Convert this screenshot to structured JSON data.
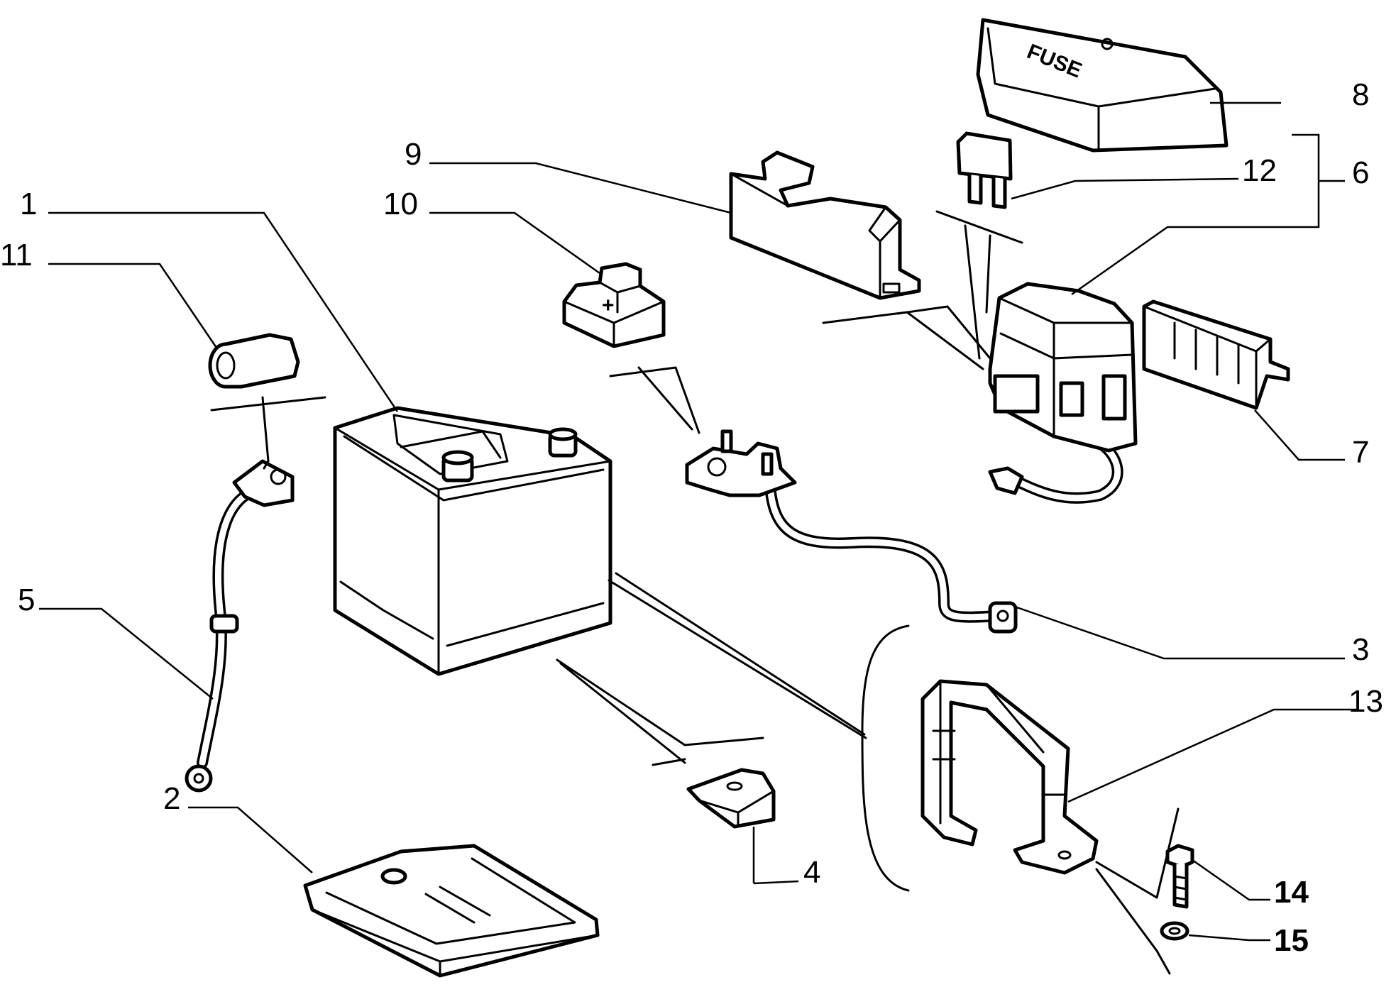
{
  "diagram": {
    "fuse_cover_text": "FUSE",
    "terminal_cover_mark": "+",
    "callouts": [
      {
        "id": "c1",
        "label": "1"
      },
      {
        "id": "c2",
        "label": "2"
      },
      {
        "id": "c3",
        "label": "3"
      },
      {
        "id": "c4",
        "label": "4"
      },
      {
        "id": "c5",
        "label": "5"
      },
      {
        "id": "c6",
        "label": "6"
      },
      {
        "id": "c7",
        "label": "7"
      },
      {
        "id": "c8",
        "label": "8"
      },
      {
        "id": "c9",
        "label": "9"
      },
      {
        "id": "c10",
        "label": "10"
      },
      {
        "id": "c11",
        "label": "11"
      },
      {
        "id": "c12",
        "label": "12"
      },
      {
        "id": "c13",
        "label": "13"
      },
      {
        "id": "c14",
        "label": "14"
      },
      {
        "id": "c15",
        "label": "15"
      }
    ]
  }
}
